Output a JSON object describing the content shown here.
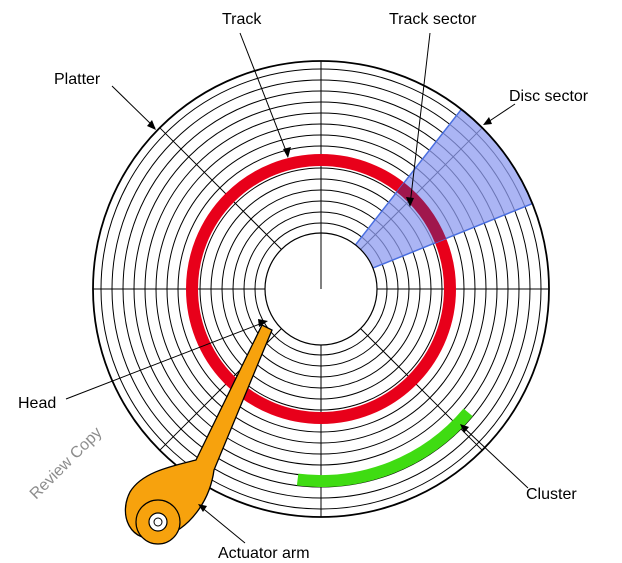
{
  "watermark": "Review Copy",
  "labels": {
    "track": "Track",
    "track_sector": "Track sector",
    "platter": "Platter",
    "disc_sector": "Disc sector",
    "head": "Head",
    "cluster": "Cluster",
    "actuator_arm": "Actuator arm"
  },
  "colors": {
    "track": "#e8001a",
    "disc_sector_fill": "#8f9cf0",
    "disc_sector_stroke": "#4a6fe0",
    "track_sector": "#a0174d",
    "cluster": "#3fdc12",
    "actuator_arm": "#f7a20d",
    "lines": "#000000"
  }
}
